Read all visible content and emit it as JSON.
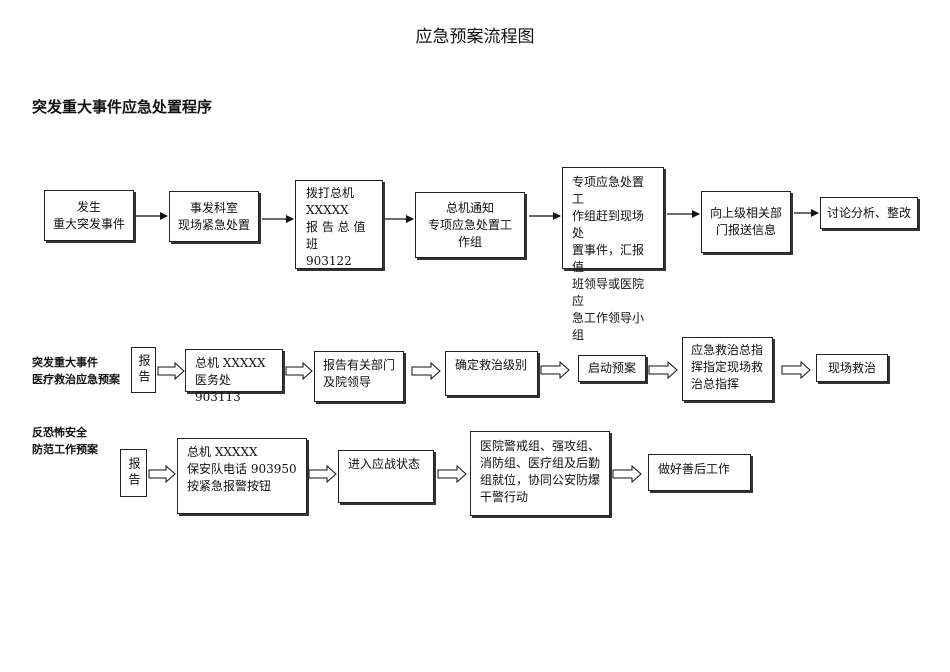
{
  "title": "应急预案流程图",
  "section1": {
    "heading": "突发重大事件应急处置程序",
    "steps": [
      "发生\n重大突发事件",
      "事发科室\n现场紧急处置",
      "拨打总机\nXXXXX\n报 告 总 值 班\n903122",
      "总机通知\n专项应急处置工\n作组",
      "专项应急处置工\n作组赶到现场处\n置事件，汇报值\n班领导或医院应\n急工作领导小组",
      "向上级相关部\n门报送信息",
      "讨论分析、整改"
    ]
  },
  "section2": {
    "label": "突发重大事件\n医疗救治应急预案",
    "report": "报告",
    "steps": [
      "总机 XXXXX\n医务处 903113",
      "报告有关部门\n及院领导",
      "确定救治级别",
      "启动预案",
      "应急救治总指\n挥指定现场救\n治总指挥",
      "现场救治"
    ]
  },
  "section3": {
    "label": "反恐怖安全\n防范工作预案",
    "report": "报告",
    "steps": [
      "总机 XXXXX\n保安队电话 903950\n按紧急报警按钮",
      "进入应战状态",
      "医院警戒组、强攻组、\n消防组、医疗组及后勤\n组就位，协同公安防爆\n干警行动",
      "做好善后工作"
    ]
  }
}
